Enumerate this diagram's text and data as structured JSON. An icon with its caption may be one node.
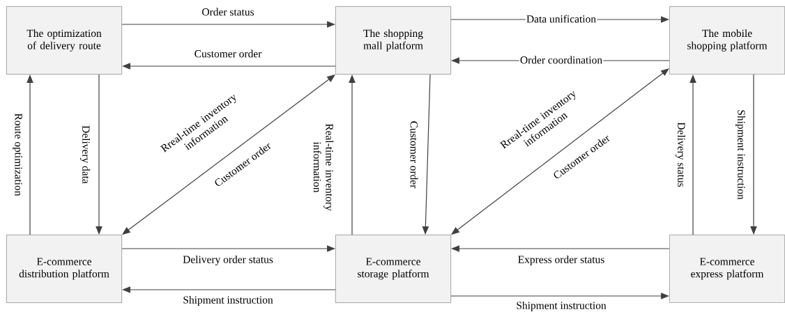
{
  "diagram": {
    "nodes": [
      {
        "text": [
          "The optimization of delivery route"
        ]
      },
      {
        "text": [
          "The shopping mall platform"
        ]
      },
      {
        "text": [
          "The mobile shopping platform"
        ]
      },
      {
        "text": [
          "E-commerce distribution platform"
        ]
      },
      {
        "text": [
          "E-commerce storage platform"
        ]
      },
      {
        "text": [
          "E-commerce express platform"
        ]
      }
    ],
    "edges": [
      {
        "from": 0,
        "to": 1,
        "arrow": "to",
        "label": "Order status"
      },
      {
        "from": 1,
        "to": 0,
        "arrow": "to",
        "label": "Customer order"
      },
      {
        "from": 1,
        "to": 2,
        "arrow": "to",
        "label": "Data unification"
      },
      {
        "from": 2,
        "to": 1,
        "arrow": "to",
        "label": "Order coordination"
      },
      {
        "from": 3,
        "to": 0,
        "arrow": "to",
        "label": "Route optimization"
      },
      {
        "from": 0,
        "to": 3,
        "arrow": "to",
        "label": "Delivery data"
      },
      {
        "from": 3,
        "to": 1,
        "arrow": "both",
        "label": "Customer order"
      },
      {
        "from": 4,
        "to": 1,
        "arrow": "to",
        "label": "Real-time inventory information"
      },
      {
        "from": 1,
        "to": 4,
        "arrow": "to",
        "label": "Customer order"
      },
      {
        "from": 4,
        "to": 2,
        "arrow": "both",
        "label": "Customer order"
      },
      {
        "from": 5,
        "to": 2,
        "arrow": "to",
        "label": "Delivery status"
      },
      {
        "from": 2,
        "to": 5,
        "arrow": "to",
        "label": "Shipment instruction"
      },
      {
        "from": 3,
        "to": 4,
        "arrow": "to",
        "label": "Delivery order status"
      },
      {
        "from": 4,
        "to": 3,
        "arrow": "to",
        "label": "Shipment instruction"
      },
      {
        "from": 5,
        "to": 4,
        "arrow": "to",
        "label": "Express order status"
      },
      {
        "from": 4,
        "to": 5,
        "arrow": "to",
        "label": "Shipment instruction"
      }
    ],
    "labels": [
      "Rreal-time inventory information",
      "Rreal-time inventory information"
    ]
  }
}
